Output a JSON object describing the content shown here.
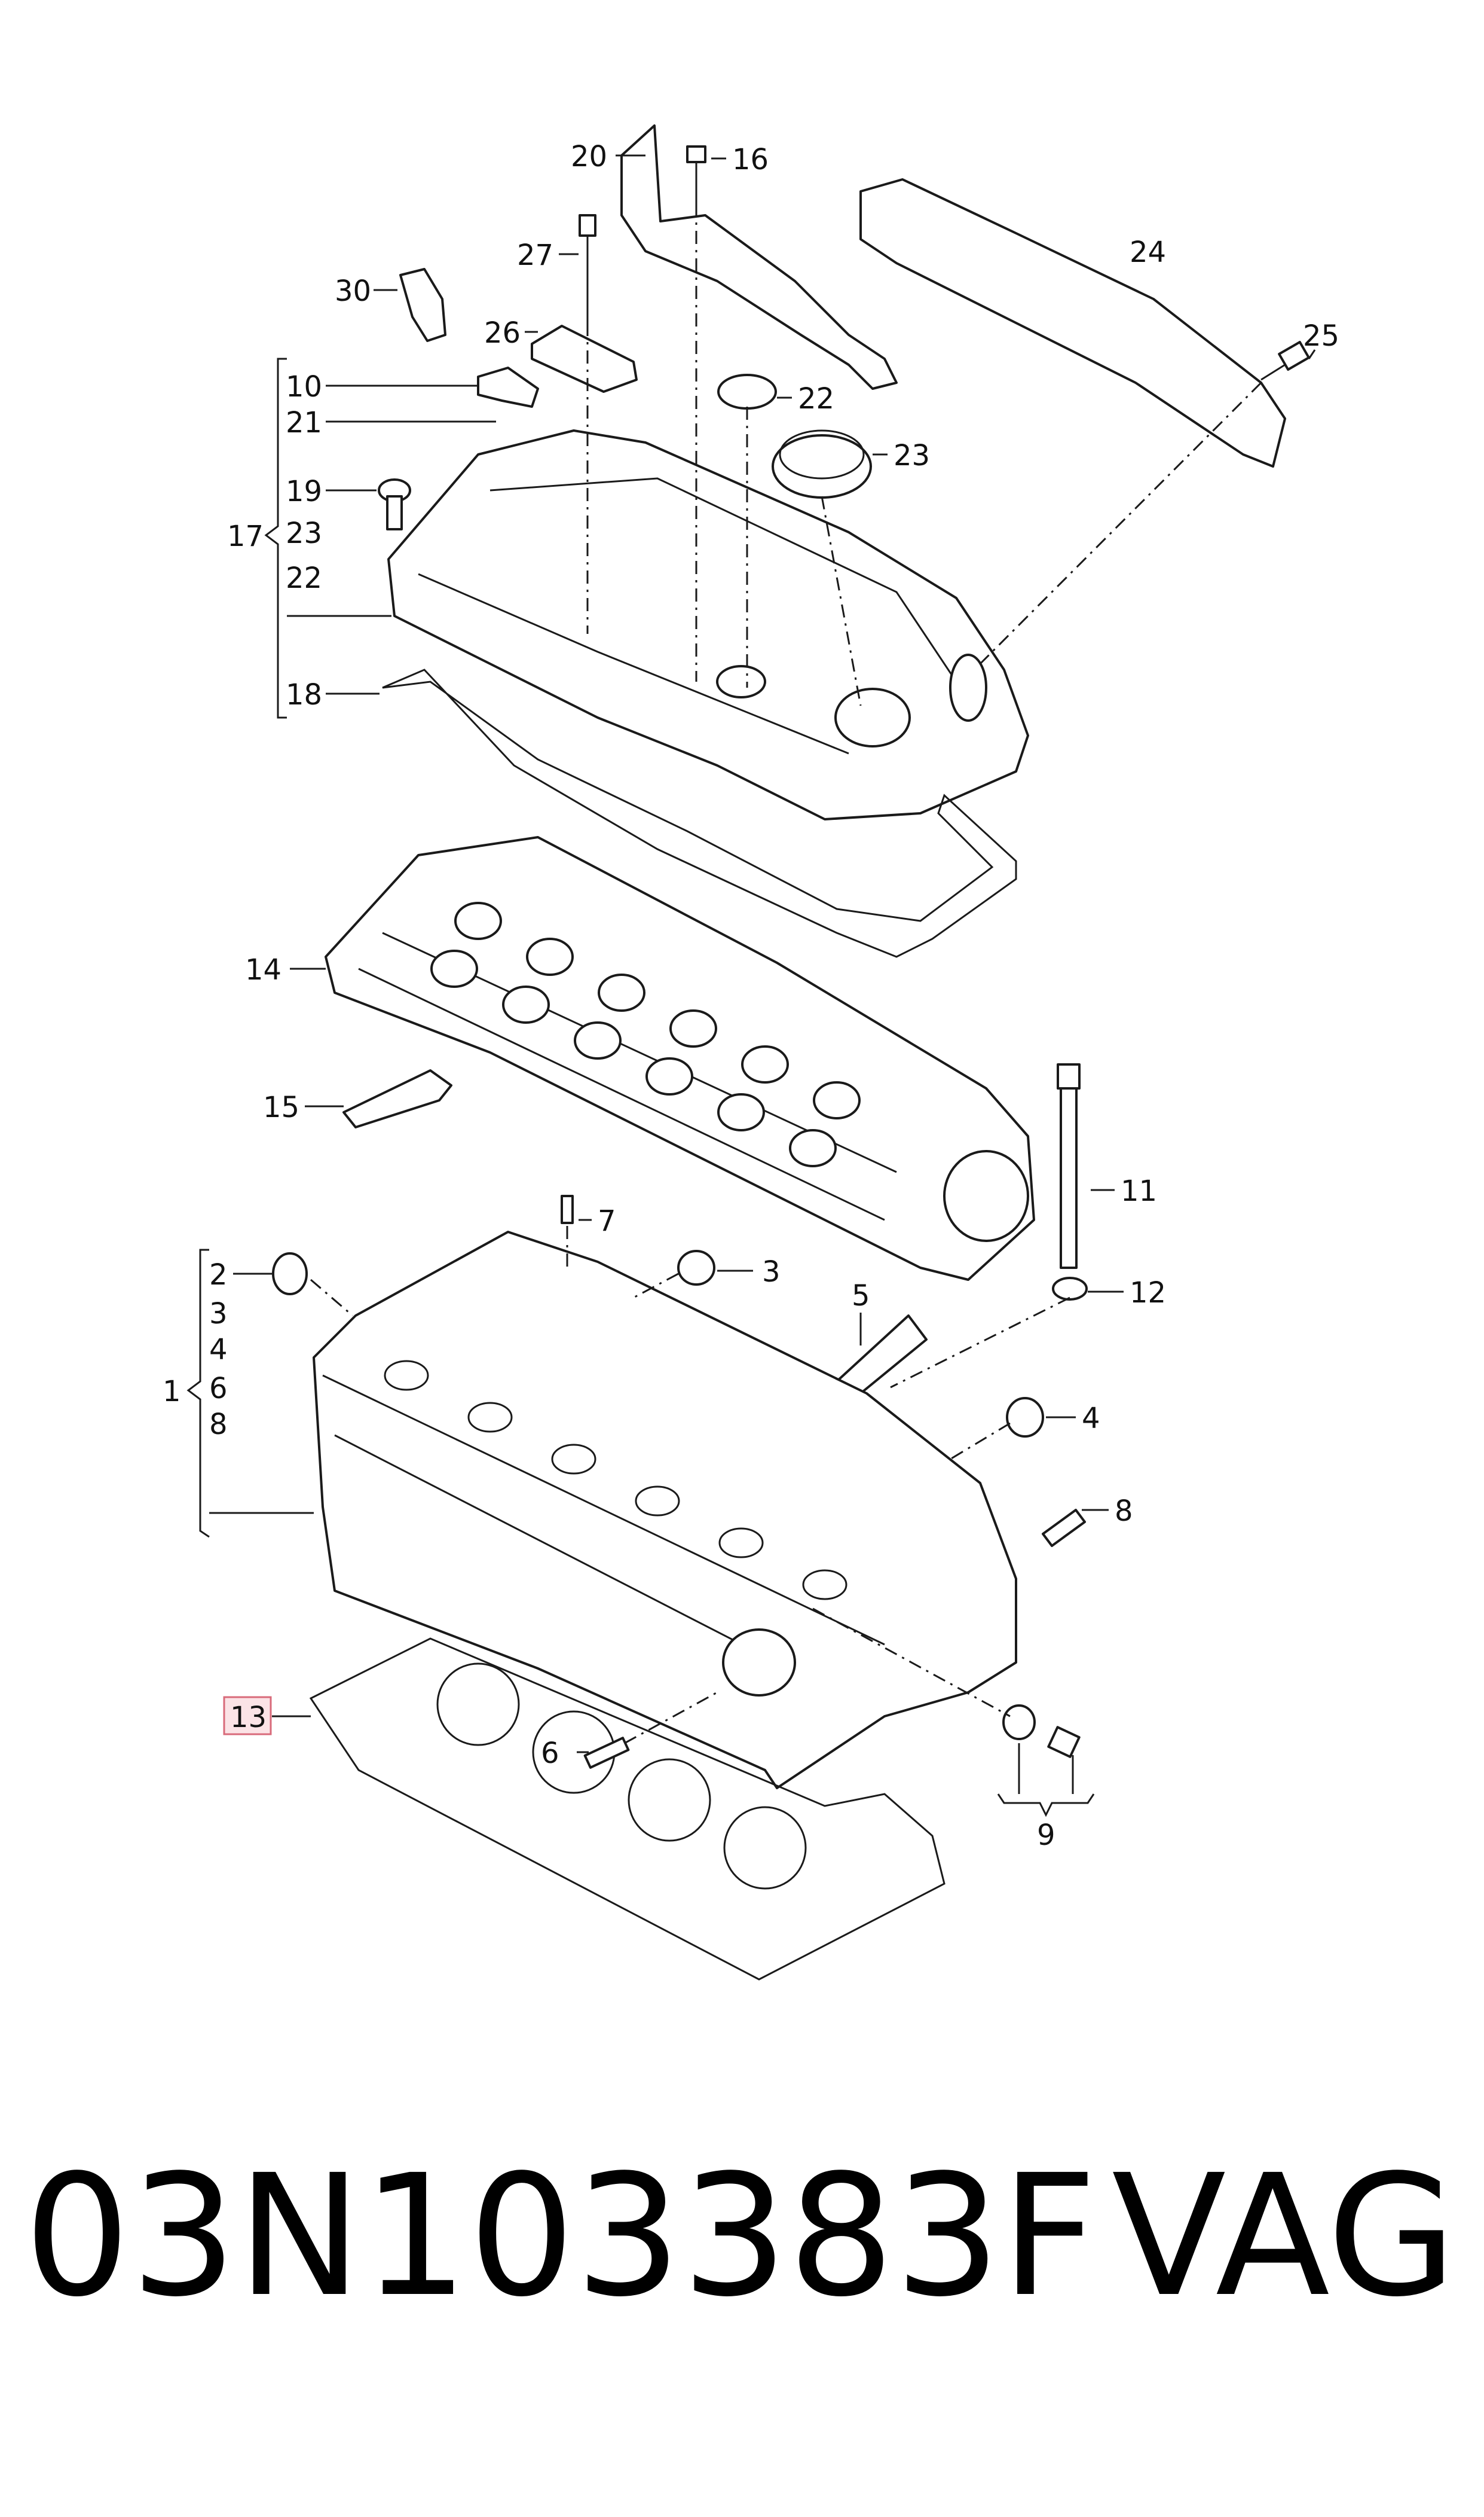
{
  "part_number": "03N103383F",
  "brand": "VAG",
  "highlighted_callout": "13",
  "highlight_color": "#fbe3e6",
  "callouts": {
    "c20": "20",
    "c16": "16",
    "c27": "27",
    "c24": "24",
    "c30": "30",
    "c26": "26",
    "c25": "25",
    "c10": "10",
    "c21": "21",
    "c22a": "22",
    "c23a": "23",
    "c19": "19",
    "c17": "17",
    "c23b": "23",
    "c22b": "22",
    "c18": "18",
    "c14": "14",
    "c15": "15",
    "c11": "11",
    "c7": "7",
    "c2": "2",
    "c3a": "3",
    "c3b": "3",
    "c12": "12",
    "c5": "5",
    "c1": "1",
    "c4a": "4",
    "c6a": "6",
    "c8a": "8",
    "c4b": "4",
    "c8b": "8",
    "c13": "13",
    "c6b": "6",
    "c9": "9"
  }
}
